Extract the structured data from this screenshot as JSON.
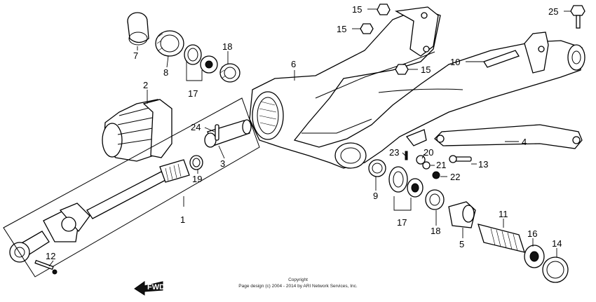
{
  "diagram": {
    "callouts": [
      "1",
      "2",
      "3",
      "4",
      "5",
      "6",
      "7",
      "8",
      "9",
      "10",
      "11",
      "12",
      "13",
      "14",
      "15",
      "15",
      "15",
      "16",
      "17",
      "17",
      "18",
      "18",
      "19",
      "20",
      "21",
      "22",
      "23",
      "24",
      "25"
    ],
    "direction_label": "FWD",
    "copyright_line1": "Copyright",
    "copyright_line2": "Page design (c) 2004 - 2014 by ARI Network Services, Inc."
  }
}
